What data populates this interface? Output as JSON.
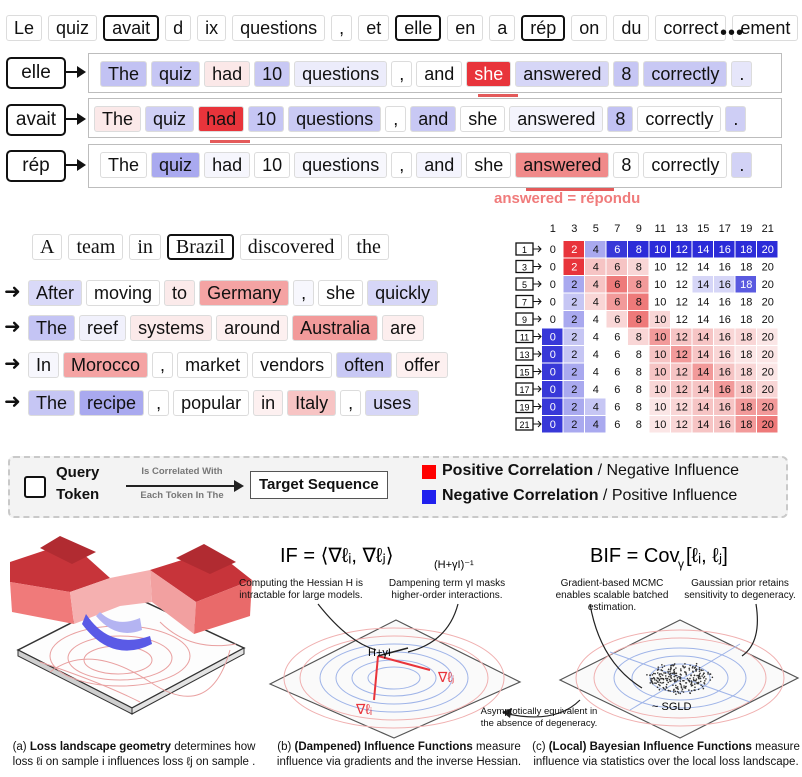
{
  "colors": {
    "pos": "#e8343b",
    "neg": "#2c2cd8",
    "accent": "#e57373"
  },
  "top_source": [
    {
      "t": "Le",
      "q": false
    },
    {
      "t": "quiz",
      "q": false
    },
    {
      "t": "avait",
      "q": true
    },
    {
      "t": "d",
      "q": false
    },
    {
      "t": "ix",
      "q": false
    },
    {
      "t": "questions",
      "q": false
    },
    {
      "t": ",",
      "q": false
    },
    {
      "t": "et",
      "q": false
    },
    {
      "t": "elle",
      "q": true
    },
    {
      "t": "en",
      "q": false
    },
    {
      "t": "a",
      "q": false
    },
    {
      "t": "rép",
      "q": true
    },
    {
      "t": "on",
      "q": false
    },
    {
      "t": "du",
      "q": false
    },
    {
      "t": "correct",
      "q": false
    },
    {
      "t": "ement",
      "q": false
    }
  ],
  "ellipsis": "•••",
  "target_rows": [
    {
      "query": "elle",
      "tokens": [
        {
          "t": "The",
          "c": "#c2c2f3"
        },
        {
          "t": "quiz",
          "c": "#c6c6f4"
        },
        {
          "t": "had",
          "c": "#fbe8e8"
        },
        {
          "t": "10",
          "c": "#c8c8f4"
        },
        {
          "t": "questions",
          "c": "#ececfb"
        },
        {
          "t": ",",
          "c": "#ffffff"
        },
        {
          "t": "and",
          "c": "#ffffff"
        },
        {
          "t": "she",
          "c": "#e8343b",
          "fg": "#ffffff"
        },
        {
          "t": "answered",
          "c": "#d6d6f7"
        },
        {
          "t": "8",
          "c": "#c6c6f4"
        },
        {
          "t": "correctly",
          "c": "#c8c8f4"
        },
        {
          "t": ".",
          "c": "#e6e6fa"
        }
      ]
    },
    {
      "query": "avait",
      "tokens": [
        {
          "t": "The",
          "c": "#fbe9e9"
        },
        {
          "t": "quiz",
          "c": "#cfcff5"
        },
        {
          "t": "had",
          "c": "#e8343b",
          "fg": "#111111"
        },
        {
          "t": "10",
          "c": "#c6c6f4"
        },
        {
          "t": "questions",
          "c": "#c9c9f4"
        },
        {
          "t": ",",
          "c": "#ffffff"
        },
        {
          "t": "and",
          "c": "#c8c8f4"
        },
        {
          "t": "she",
          "c": "#ffffff"
        },
        {
          "t": "answered",
          "c": "#f4f4fd"
        },
        {
          "t": "8",
          "c": "#c2c2f3"
        },
        {
          "t": "correctly",
          "c": "#ffffff"
        },
        {
          "t": ".",
          "c": "#ceceF5"
        }
      ]
    },
    {
      "query": "rép",
      "tokens": [
        {
          "t": "The",
          "c": "#ffffff"
        },
        {
          "t": "quiz",
          "c": "#a9a9ef"
        },
        {
          "t": "had",
          "c": "#f6f6fd"
        },
        {
          "t": "10",
          "c": "#ffffff"
        },
        {
          "t": "questions",
          "c": "#f7f7fd"
        },
        {
          "t": ",",
          "c": "#ffffff"
        },
        {
          "t": "and",
          "c": "#f4f4fd"
        },
        {
          "t": "she",
          "c": "#ffffff"
        },
        {
          "t": "answered",
          "c": "#f08a8a"
        },
        {
          "t": "8",
          "c": "#ffffff"
        },
        {
          "t": "correctly",
          "c": "#ffffff"
        },
        {
          "t": ".",
          "c": "#d2d2f6"
        }
      ]
    }
  ],
  "translation_note": "answered = répondu",
  "geo_source": [
    {
      "t": "A",
      "q": false
    },
    {
      "t": "team",
      "q": false
    },
    {
      "t": "in",
      "q": false
    },
    {
      "t": "Brazil",
      "q": true
    },
    {
      "t": "discovered",
      "q": false
    },
    {
      "t": "the",
      "q": false
    }
  ],
  "geo_rows": [
    [
      {
        "t": "After",
        "c": "#d9d9f8"
      },
      {
        "t": "moving",
        "c": "#ffffff"
      },
      {
        "t": "to",
        "c": "#fbeaea"
      },
      {
        "t": "Germany",
        "c": "#f4a3a3"
      },
      {
        "t": ",",
        "c": "#f7f7fd"
      },
      {
        "t": "she",
        "c": "#ffffff"
      },
      {
        "t": "quickly",
        "c": "#d6d6f7"
      }
    ],
    [
      {
        "t": "The",
        "c": "#c4c4f4"
      },
      {
        "t": "reef",
        "c": "#f1f1fc"
      },
      {
        "t": "systems",
        "c": "#fbeaea"
      },
      {
        "t": "around",
        "c": "#fdf0f0"
      },
      {
        "t": "Australia",
        "c": "#f29a9a"
      },
      {
        "t": "are",
        "c": "#fdeeee"
      }
    ],
    [
      {
        "t": "In",
        "c": "#f7f7fd"
      },
      {
        "t": "Morocco",
        "c": "#f4a3a3"
      },
      {
        "t": ",",
        "c": "#ffffff"
      },
      {
        "t": "market",
        "c": "#ffffff"
      },
      {
        "t": "vendors",
        "c": "#ffffff"
      },
      {
        "t": "often",
        "c": "#c8c8f4"
      },
      {
        "t": "offer",
        "c": "#fdf0f0"
      }
    ],
    [
      {
        "t": "The",
        "c": "#c6c6f4"
      },
      {
        "t": "recipe",
        "c": "#a9a9ef"
      },
      {
        "t": ",",
        "c": "#ffffff"
      },
      {
        "t": "popular",
        "c": "#ffffff"
      },
      {
        "t": "in",
        "c": "#fdf0f0"
      },
      {
        "t": "Italy",
        "c": "#f7c4c4"
      },
      {
        "t": ",",
        "c": "#ffffff"
      },
      {
        "t": "uses",
        "c": "#d6d6f7"
      }
    ]
  ],
  "matrix": {
    "col_labels": [
      "1",
      "3",
      "5",
      "7",
      "9",
      "11",
      "13",
      "15",
      "17",
      "19",
      "21"
    ],
    "row_labels": [
      "1",
      "3",
      "5",
      "7",
      "9",
      "11",
      "13",
      "15",
      "17",
      "19",
      "21"
    ],
    "cells": [
      [
        "0",
        "2",
        "4",
        "6",
        "8",
        "10",
        "12",
        "14",
        "16",
        "18",
        "20"
      ],
      [
        "0",
        "2",
        "4",
        "6",
        "8",
        "10",
        "12",
        "14",
        "16",
        "18",
        "20"
      ],
      [
        "0",
        "2",
        "4",
        "6",
        "8",
        "10",
        "12",
        "14",
        "16",
        "18",
        "20"
      ],
      [
        "0",
        "2",
        "4",
        "6",
        "8",
        "10",
        "12",
        "14",
        "16",
        "18",
        "20"
      ],
      [
        "0",
        "2",
        "4",
        "6",
        "8",
        "10",
        "12",
        "14",
        "16",
        "18",
        "20"
      ],
      [
        "0",
        "2",
        "4",
        "6",
        "8",
        "10",
        "12",
        "14",
        "16",
        "18",
        "20"
      ],
      [
        "0",
        "2",
        "4",
        "6",
        "8",
        "10",
        "12",
        "14",
        "16",
        "18",
        "20"
      ],
      [
        "0",
        "2",
        "4",
        "6",
        "8",
        "10",
        "12",
        "14",
        "16",
        "18",
        "20"
      ],
      [
        "0",
        "2",
        "4",
        "6",
        "8",
        "10",
        "12",
        "14",
        "16",
        "18",
        "20"
      ],
      [
        "0",
        "2",
        "4",
        "6",
        "8",
        "10",
        "12",
        "14",
        "16",
        "18",
        "20"
      ],
      [
        "0",
        "2",
        "4",
        "6",
        "8",
        "10",
        "12",
        "14",
        "16",
        "18",
        "20"
      ]
    ],
    "cell_colors": [
      [
        "#ffffff",
        "#e8343b",
        "#a9a9ef",
        "#3838d8",
        "#2c2cd8",
        "#2c2cd8",
        "#2c2cd8",
        "#2c2cd8",
        "#2c2cd8",
        "#2c2cd8",
        "#2c2cd8"
      ],
      [
        "#ffffff",
        "#e8343b",
        "#f6c4c4",
        "#f6c4c4",
        "#f9d6d6",
        "#ffffff",
        "#ffffff",
        "#ffffff",
        "#ffffff",
        "#ffffff",
        "#ffffff"
      ],
      [
        "#ffffff",
        "#a9a9ef",
        "#f6c4c4",
        "#ee7a7a",
        "#f29a9a",
        "#ffffff",
        "#ffffff",
        "#d6d6f7",
        "#d6d6f7",
        "#5a5ae0",
        "#ffffff"
      ],
      [
        "#ffffff",
        "#c6c6f4",
        "#f9d6d6",
        "#f29a9a",
        "#ee7a7a",
        "#ffffff",
        "#ffffff",
        "#ffffff",
        "#ffffff",
        "#ffffff",
        "#ffffff"
      ],
      [
        "#ffffff",
        "#a9a9ef",
        "#ffffff",
        "#f9d6d6",
        "#ee7a7a",
        "#f9d6d6",
        "#ffffff",
        "#ffffff",
        "#ffffff",
        "#ffffff",
        "#ffffff"
      ],
      [
        "#3838d8",
        "#c6c6f4",
        "#ffffff",
        "#ffffff",
        "#f9d6d6",
        "#f29a9a",
        "#f6c4c4",
        "#f6c4c4",
        "#f9d6d6",
        "#f9d6d6",
        "#fbe6e6"
      ],
      [
        "#3838d8",
        "#c6c6f4",
        "#ffffff",
        "#ffffff",
        "#ffffff",
        "#f6c4c4",
        "#f29a9a",
        "#f6c4c4",
        "#f9d6d6",
        "#fbe6e6",
        "#fbe6e6"
      ],
      [
        "#3838d8",
        "#a9a9ef",
        "#ffffff",
        "#ffffff",
        "#ffffff",
        "#f6c4c4",
        "#f6c4c4",
        "#f29a9a",
        "#f6c4c4",
        "#f9d6d6",
        "#fbe6e6"
      ],
      [
        "#3838d8",
        "#a9a9ef",
        "#ffffff",
        "#ffffff",
        "#ffffff",
        "#f9d6d6",
        "#f6c4c4",
        "#f6c4c4",
        "#f29a9a",
        "#f6c4c4",
        "#f9d6d6"
      ],
      [
        "#3838d8",
        "#a9a9ef",
        "#c6c6f4",
        "#ffffff",
        "#ffffff",
        "#fbe6e6",
        "#f9d6d6",
        "#f6c4c4",
        "#f6c4c4",
        "#f29a9a",
        "#f29a9a"
      ],
      [
        "#3838d8",
        "#a9a9ef",
        "#a9a9ef",
        "#ffffff",
        "#ffffff",
        "#fbe6e6",
        "#f9d6d6",
        "#f6c4c4",
        "#f6c4c4",
        "#f29a9a",
        "#ee7a7a"
      ]
    ]
  },
  "legend": {
    "query_line1": "Query",
    "query_line2": "Token",
    "arrow_top": "Is Correlated With",
    "arrow_bottom": "Each Token In The",
    "target": "Target Sequence",
    "pos_bold": "Positive Correlation",
    "pos_rest": " / Negative Influence",
    "neg_bold": "Negative Correlation",
    "neg_rest": " / Positive Influence"
  },
  "panel_b": {
    "notes": [
      "Computing the Hessian H is intractable for large models.",
      "Dampening term γI masks higher-order interactions."
    ],
    "label_center": "H+γI"
  },
  "panel_c": {
    "notes": [
      "Gradient-based MCMC enables scalable batched estimation.",
      "Gaussian prior retains sensitivity to degeneracy."
    ],
    "sgld": "~ SGLD"
  },
  "equiv_note": "Asymptotically equivalent in the absence of degeneracy.",
  "captions": {
    "a_prefix": "(a) ",
    "a_bold": "Loss landscape geometry",
    "a_rest1": " determines how",
    "a_rest2": "loss ℓi on sample i influences loss ℓj on sample .",
    "b_prefix": "(b) ",
    "b_bold": "(Dampened) Influence Functions",
    "b_rest1": " measure",
    "b_rest2": "influence via gradients and the inverse Hessian.",
    "c_prefix": "(c) ",
    "c_bold": "(Local) Bayesian Influence Functions",
    "c_rest1": " measure",
    "c_rest2": "influence via statistics over the local loss landscape."
  }
}
